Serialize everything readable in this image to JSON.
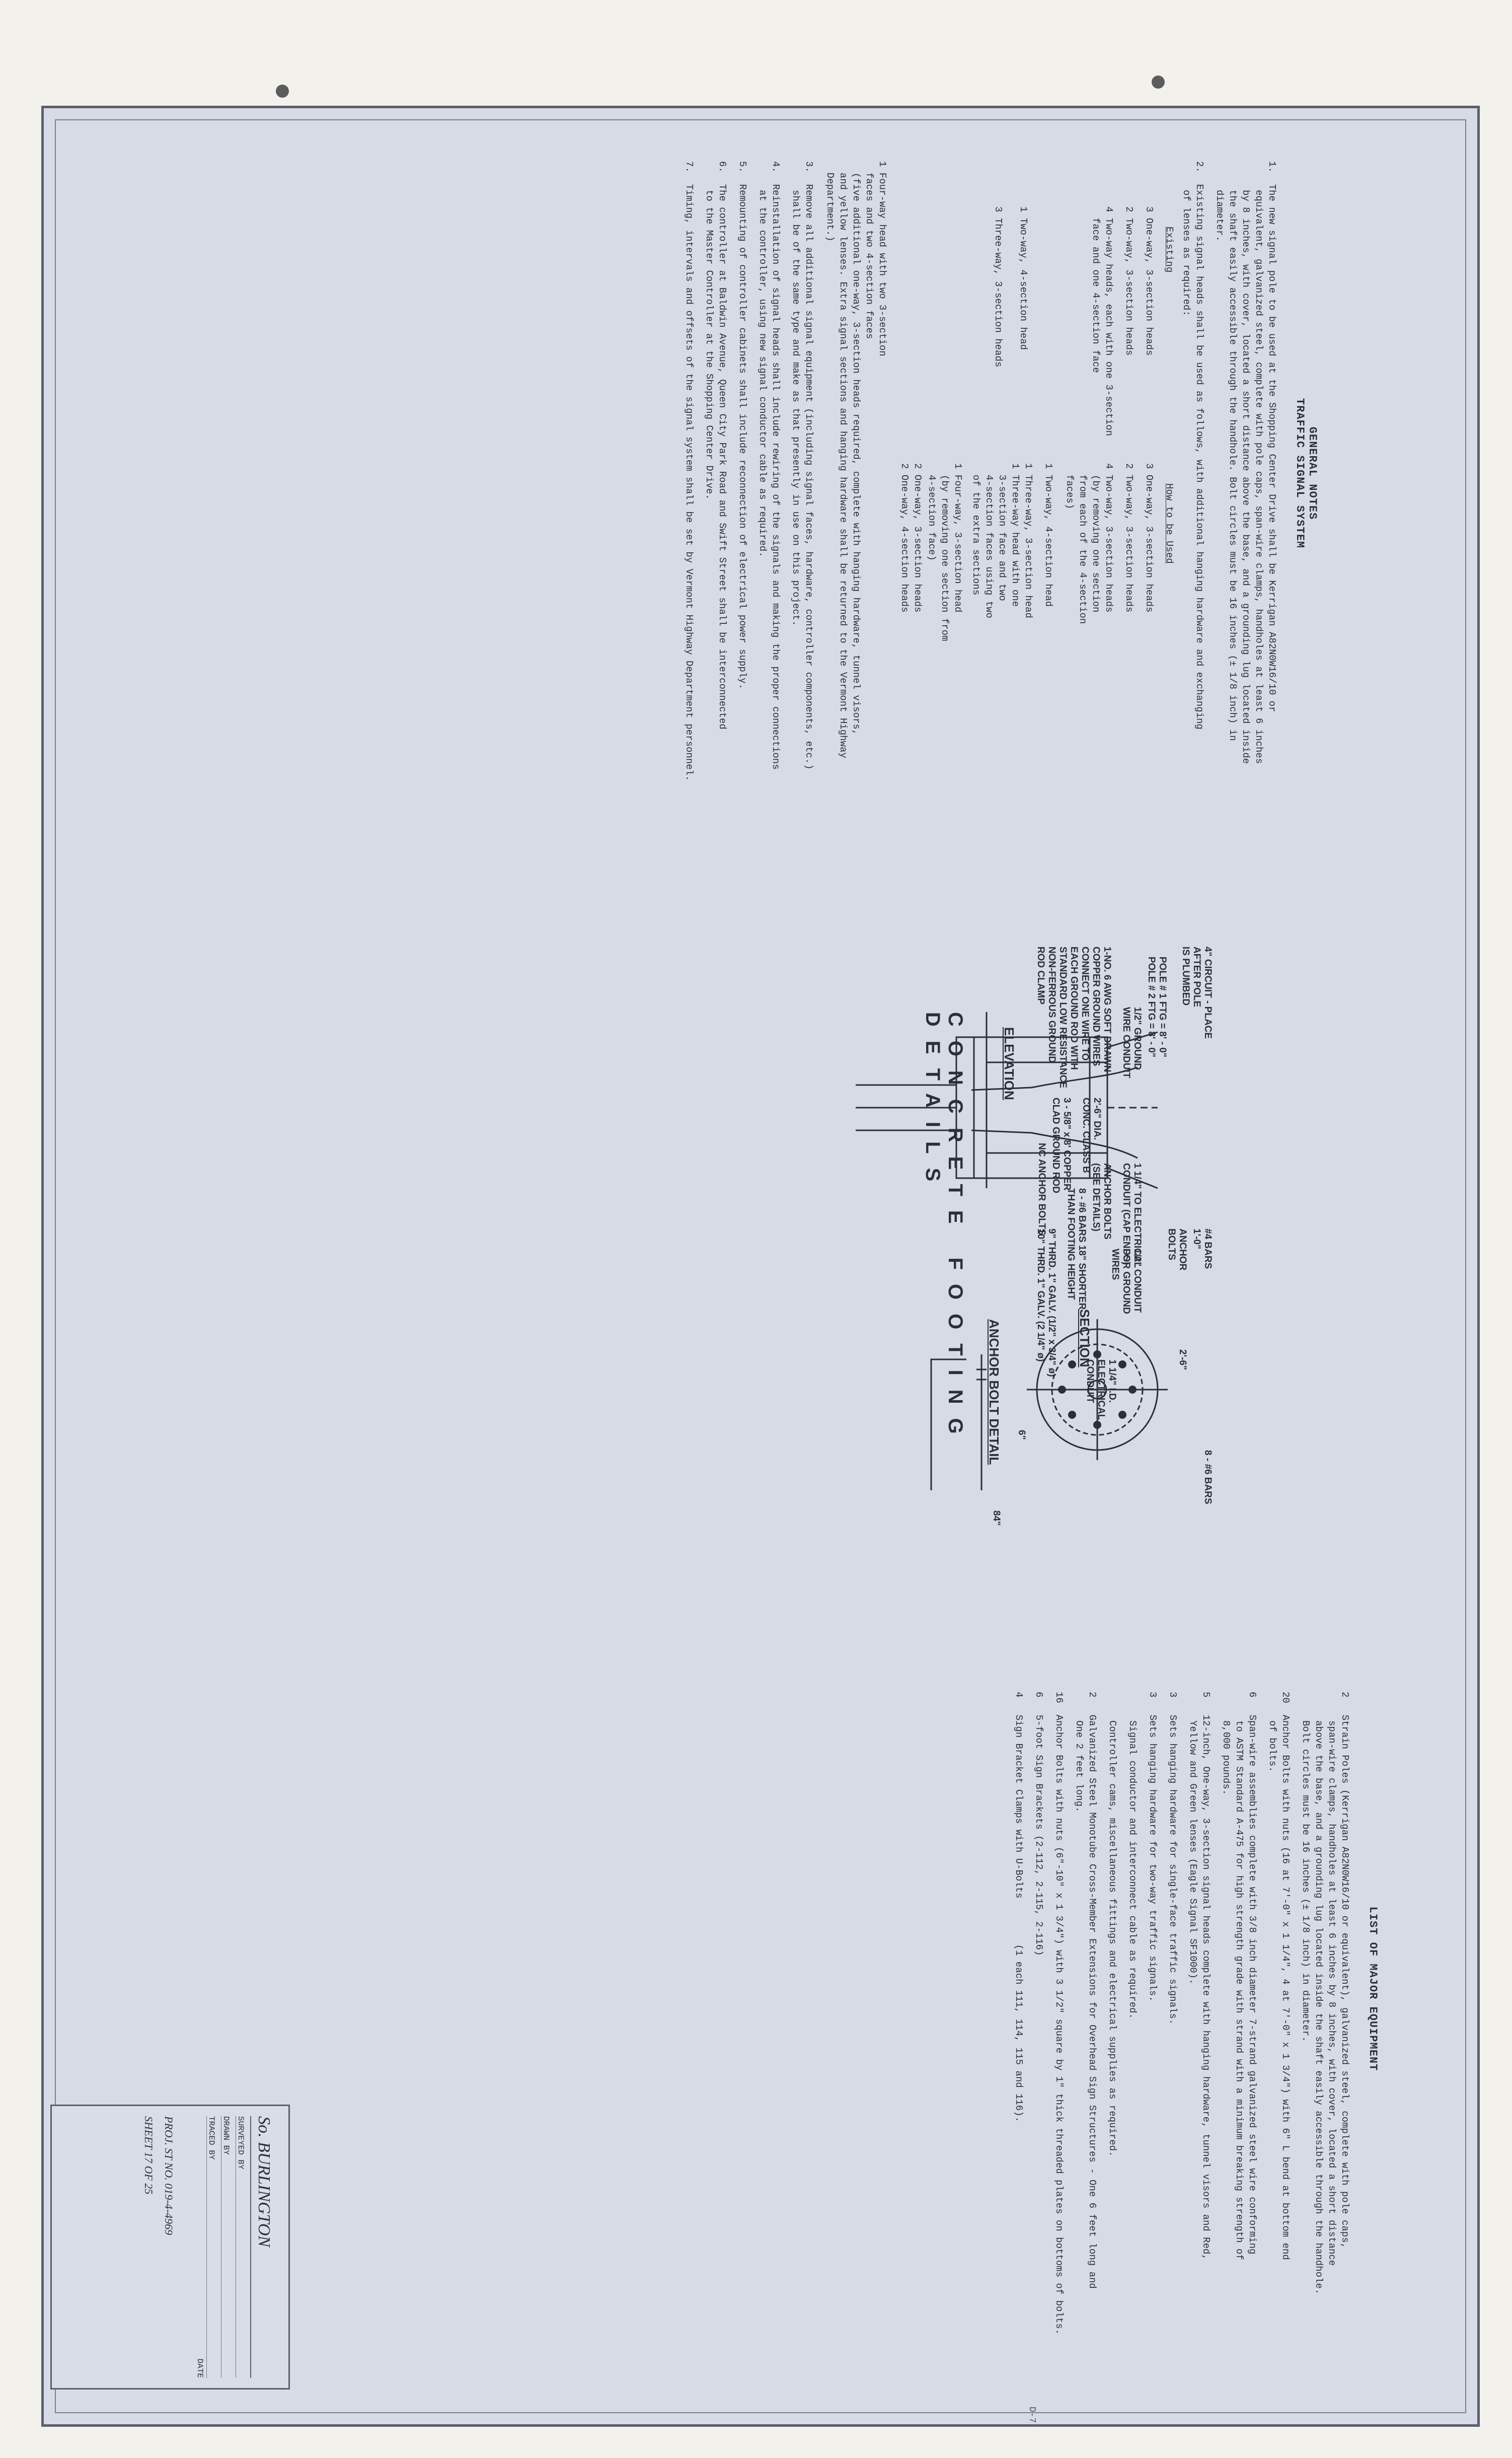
{
  "general_notes": {
    "title": "GENERAL NOTES",
    "subtitle": "TRAFFIC SIGNAL SYSTEM",
    "items": [
      "1.  The new signal pole to be used at the Shopping Center Drive shall be Kerrigan A82N0W16/10 or\n     equivalent, galvanized steel, complete with pole caps, span-wire clamps, handholes at least 6 inches\n     by 8 inches, with cover, located a short distance above the base, and a grounding lug located inside\n     the shaft easily accessible through the handhole. Bolt circles must be 16 inches (± 1/8 inch) in\n     diameter.",
      "2.  Existing signal heads shall be used as follows, with additional hanging hardware and exchanging\n     of lenses as required:",
      "3.  Remove all additional signal equipment (including signal faces, hardware, controller components, etc.)\n     shall be of the same type and make as that presently in use on this project.",
      "4.  Reinstallation of signal heads shall include rewiring of the signals and making the proper connections\n     at the controller, using new signal conductor cable as required.",
      "5.  Remounting of controller cabinets shall include reconnection of electrical power supply.",
      "6.  The controller at Baldwin Avenue, Queen City Park Road and Swift Street shall be interconnected\n     to the Master Controller at the Shopping Center Drive.",
      "7.  Timing, intervals and offsets of the signal system shall be set by Vermont Highway Department personnel."
    ],
    "existing_header": "Existing",
    "tobeused_header": "How to be Used",
    "existing": [
      "3 One-way, 3-section heads",
      "2 Two-way, 3-section heads",
      "4 Two-way heads, each with one 3-section\n  face and one 4-section face",
      "1 Two-way, 4-section head",
      "3 Three-way, 3-section heads"
    ],
    "tobeused": [
      "3 One-way, 3-section heads",
      "2 Two-way, 3-section heads",
      "4 Two-way, 3-section heads\n  (by removing one section\n  from each of the 4-section\n  faces)",
      "1 Two-way, 4-section head",
      "1 Three-way, 3-section head\n1 Three-way head with one\n  3-section face and two\n  4-section faces using two\n  of the extra sections",
      "1 Four-way, 3-section head\n  (by removing one section from\n  4-section face)",
      "2 One-way, 3-section heads\n2 One-way, 4-section heads",
      "1 Four-way head with two 3-section\n  faces and two 4-section faces\n  (five additional one-way, 3-section heads required, complete with hanging hardware, tunnel visors,\n  and yellow lenses. Extra signal sections and hanging hardware shall be returned to the Vermont Highway\n  Department.)"
    ]
  },
  "footing": {
    "title": "CONCRETE FOOTING DETAILS",
    "elevation_label": "ELEVATION",
    "section_label": "SECTION",
    "anchor_label": "ANCHOR BOLT DETAIL",
    "callouts": [
      "4\" CIRCUIT - PLACE\nAFTER POLE\nIS PLUMBED",
      "POLE # 1 FTG = 8' - 0\"\nPOLE # 2 FTG = 8' - 0\"",
      "1/2\" GROUND\nWIRE CONDUIT",
      "1-NO. 6 AWG SOFT DRAWN\nCOPPER GROUND WIRES\nCONNECT ONE WIRE TO\nEACH GROUND ROD WITH\nSTANDARD LOW RESISTANCE\nNON-FERROUS GROUND\nROD CLAMP",
      "3 - 5/8\" x 8' COPPER\nCLAD GROUND ROD",
      "2'-6\" DIA.\nCONC. CLASS B",
      "#4 BARS\n1'-0\"",
      "ANCHOR\nBOLTS",
      "1 1/4\" TO ELECTRICAL\nCONDUIT (CAP ENDS)",
      "ANCHOR BOLTS\n(SEE DETAILS)",
      "1/2\" CONDUIT\nFOR GROUND\nWIRES",
      "8 - #6 BARS 18\" SHORTER\nTHAN FOOTING HEIGHT",
      "9\" THRD. 1\" GALV. (1/2\" x 3/4\" ø)\n10\" THRD. 1\" GALV. (2 1/4\" ø)",
      "NC ANCHOR BOLTS",
      "8 - #6 BARS",
      "1 1/4\" I.D.\nELECTRICAL\nCONDUIT",
      "2'-6\"",
      "84\"",
      "6\""
    ]
  },
  "equipment": {
    "title": "LIST OF MAJOR EQUIPMENT",
    "items": [
      "2   Strain Poles (Kerrigan A82N0W16/10 or equivalent), galvanized steel, complete with pole caps,\n     span-wire clamps, handholes at least 6 inches by 8 inches, with cover, located a short distance\n     above the base, and a grounding lug located inside the shaft easily accessible through the handhole.\n     Bolt circles must be 16 inches (± 1/8 inch) in diameter.",
      "20  Anchor Bolts with nuts (16 at 7'-0\" x 1 1/4\", 4 at 7'-0\" x 1 3/4\") with 6\" L bend at bottom end\n     of bolts.",
      "6   Span-wire assemblies complete with 3/8 inch diameter 7-strand galvanized steel wire conforming\n     to ASTM Standard A-475 for high strength grade with strand with a minimum breaking strength of\n     8,000 pounds.",
      "5   12-inch, One-way, 3-section signal heads complete with hanging hardware, tunnel visors and Red,\n     Yellow and Green lenses (Eagle Signal SF1000).",
      "3   Sets hanging hardware for single-face traffic signals.",
      "3   Sets hanging hardware for two-way traffic signals.",
      "     Signal conductor and interconnect cable as required.",
      "     Controller cams, miscellaneous fittings and electrical supplies as required.",
      "2   Galvanized Steel Monotube Cross-Member Extensions for Overhead Sign Structures - One 6 feet long and\n     One 2 feet long.",
      "16  Anchor Bolts with nuts (6\"-10\" x 1 3/4\") with 3 1/2\" square by 1\" thick threaded plates on bottoms of bolts.",
      "6   5-foot Sign Brackets (2-112, 2-115, 2-116)",
      "4   Sign Bracket Clamps with U-Bolts        (1 each 111, 114, 115 and 116)."
    ]
  },
  "title_block": {
    "town": "So. BURLINGTON",
    "rows": [
      "SURVEYED BY",
      "DRAWN BY",
      "TRACED BY"
    ],
    "date_label": "DATE",
    "proj": "PROJ.  ST  NO. 019-4-4969",
    "sheet": "SHEET  17  OF  25",
    "corner": "D-7"
  }
}
